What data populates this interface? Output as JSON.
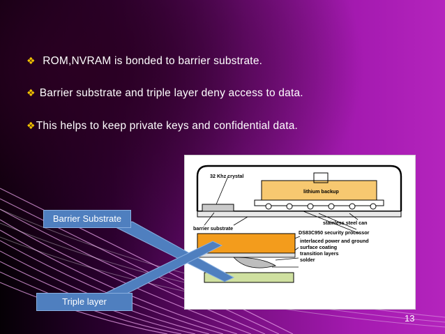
{
  "slide": {
    "bullets": [
      {
        "marker": "❖",
        "text": " ROM,NVRAM is bonded to barrier substrate."
      },
      {
        "marker": "❖",
        "text": "Barrier substrate and triple layer deny access to data."
      },
      {
        "marker": "❖",
        "text": "This helps to keep private keys and confidential data."
      }
    ],
    "callouts": {
      "barrier_substrate": "Barrier Substrate",
      "triple_layer": "Triple layer"
    },
    "page_number": "13"
  },
  "diagram": {
    "labels": {
      "crystal": "32 Khz crystal",
      "lithium": "lithium backup",
      "can": "stainless steel can",
      "barrier": "barrier substrate",
      "processor": "DS83C950 security processor",
      "power_ground": "interlaced power and ground",
      "coating": "surface coating",
      "transition": "transition layers",
      "solder": "solder"
    }
  },
  "colors": {
    "bullet_marker": "#f2c400",
    "callout_fill": "#4f7fbf",
    "arrow": "#4f7fbf",
    "lithium_fill": "#f7c870",
    "chip_fill": "#f39c1c",
    "crystal_fill": "#c9c9c9"
  }
}
